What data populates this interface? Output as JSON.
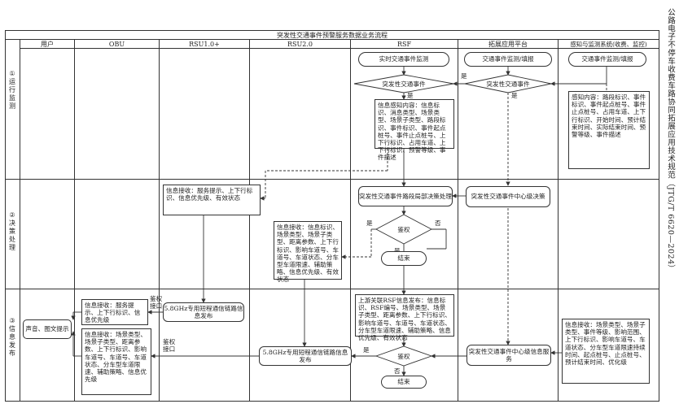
{
  "spine_text": "公路电子不停车收费车路协同拓展应用技术规范（JTG/T 6620—2024）",
  "diagram": {
    "title": "突发性交通事件预警服务数据业务流程",
    "columns": [
      "用户",
      "OBU",
      "RSU1.0+",
      "RSU2.0",
      "RSF",
      "拓展应用平台",
      "感知与监测系统(收费、监控)"
    ],
    "rows": [
      {
        "num": "①",
        "label": "运行监测"
      },
      {
        "num": "②",
        "label": "决策处理"
      },
      {
        "num": "③",
        "label": "信息发布"
      }
    ],
    "nodes": {
      "rsf_monitor": "实时交通事件监测",
      "rsf_event_decision": "突发性交通事件",
      "rsf_perception_info": "信息感知内容：信息标识、消息类型、场景类型、场景子类型、路段标识、事件标识、事件起点桩号、事件止点桩号、上下行标识、占用车道、上下行标识、预警等级、事件描述",
      "platform_monitor": "交通事件监测/填报",
      "platform_event_decision": "突发性交通事件",
      "sensing_monitor": "交通事件监测/填报",
      "sensing_info": "感知内容：路段标识、事件标识、事件起点桩号、事件止点桩号、占用车道、上下行标识、开始时间、预计结束时间、实际结束时间、预警等级、事件描述",
      "rsu1_info_receive": "信息接收：服务提示、上下行标识、信息优先级、有效状态",
      "rsf_local_decision": "突发性交通事件路段局部决策处理",
      "platform_center_decision": "突发性交通事件中心级决策",
      "rsu2_info_receive": "信息接收：信息标识、场景类型、场景子类型、距离参数、上下行标识、影响车道号、车道号、车道状态、分车型车道限速、辅助策略、信息优先级、有效状态",
      "auth_decision_1": "鉴权",
      "end_1": "结束",
      "obu_info_receive_1": "信息接收：服务提示、上下行标识、信息优先级",
      "rsu1_publish": "5.8GHz专用短程通信链路信息发布",
      "user_prompt": "声音、图文提示",
      "obu_info_receive_2": "信息接收：场景类型、场景子类型、距离参数、上下行标识、影响车道号、车道号、车道状态、分车型车道限速、辅助策略、信息优先级",
      "rsu2_publish": "5.8GHz专用短程通信链路信息发布",
      "rsf_publish_info": "上游关联RSF信息发布：信息标识、RSF编号、场景类型、场景子类型、距离参数、上下行标识、影响车道号、车道号、车道状态、分车型车道限速、辅助策略、信息优先级、有效状态",
      "auth_decision_2": "鉴权",
      "end_2": "结束",
      "platform_center_publish": "突发性交通事件中心级信息服务",
      "sensing_publish_info": "信息接收：场景类型、场景子类型、事件等级、影响范围、上下行标识、影响车道号、车道状态、分车型车道限速持续时间、起点桩号、止点桩号、预计结束时间、优化级"
    },
    "edge_labels": {
      "yes": "是",
      "no": "否",
      "auth_interface": "鉴权接口"
    }
  }
}
